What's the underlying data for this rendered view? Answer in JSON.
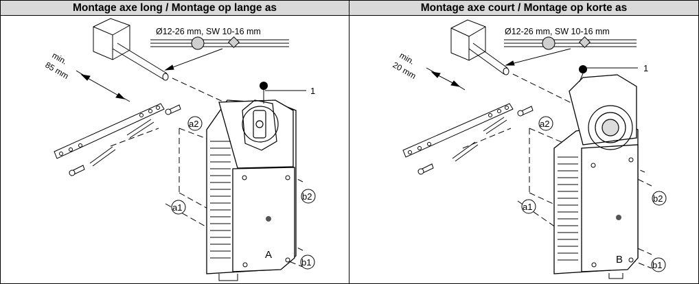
{
  "left": {
    "header": "Montage axe long / Montage op lange as",
    "spec": "Ø12-26 mm, SW 10-16 mm",
    "min_label": "min.",
    "distance": "85 mm",
    "callout": "1",
    "label_a2": "a2",
    "label_a1": "a1",
    "label_b2": "b2",
    "label_b1": "b1",
    "face_letter": "A"
  },
  "right": {
    "header": "Montage axe court / Montage op korte as",
    "spec": "Ø12-26 mm, SW 10-16 mm",
    "min_label": "min.",
    "distance": "20 mm",
    "callout": "1",
    "label_a2": "a2",
    "label_a1": "a1",
    "label_b2": "b2",
    "label_b1": "b1",
    "face_letter": "B"
  }
}
